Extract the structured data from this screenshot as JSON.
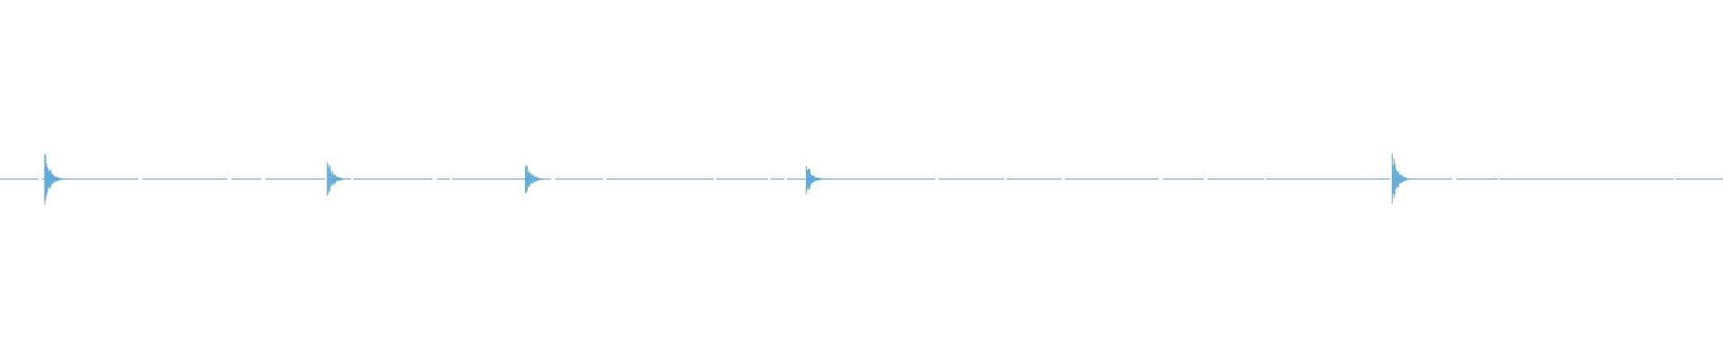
{
  "waveform": {
    "color": "#5aa6d6",
    "background": "#ffffff",
    "amplitude_range": [
      -1,
      1
    ],
    "time_range": [
      0,
      1
    ],
    "transients": [
      {
        "time": 0.026,
        "peak": 0.3
      },
      {
        "time": 0.19,
        "peak": 0.23
      },
      {
        "time": 0.305,
        "peak": 0.22
      },
      {
        "time": 0.468,
        "peak": 0.2
      },
      {
        "time": 0.808,
        "peak": 0.3
      }
    ]
  }
}
